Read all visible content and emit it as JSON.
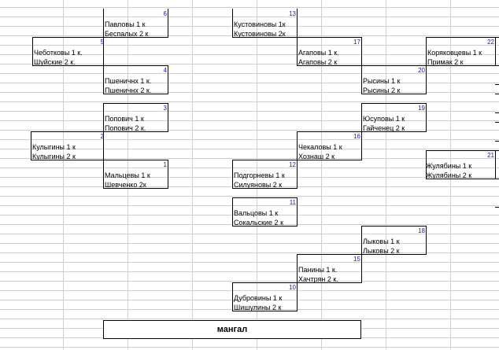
{
  "brackets": [
    {
      "num": "6",
      "line1": "Павловы 1 к",
      "line2": "Беспалых 2 к"
    },
    {
      "num": "5",
      "line1": "Чеботковы 1 к.",
      "line2": "Шуйские 2 к."
    },
    {
      "num": "4",
      "line1": "Пшеничнх 1 к.",
      "line2": "Пшеничнх 2 к."
    },
    {
      "num": "3",
      "line1": "Попович 1 к",
      "line2": "Попович 2 к."
    },
    {
      "num": "2",
      "line1": "Кулыгины 1 к",
      "line2": "Кулыгины  2 к"
    },
    {
      "num": "1",
      "line1": "Мальцевы  1 к",
      "line2": "Шевченко   2к"
    },
    {
      "num": "13",
      "line1": "Кустовиновы 1к",
      "line2": "Кустовиновы 2к"
    },
    {
      "num": "17",
      "line1": "Агаповы 1 к.",
      "line2": "Агаповы 2 к"
    },
    {
      "num": "22",
      "line1": "Коряковцевы 1 к",
      "line2": "Примак 2 к"
    },
    {
      "num": "20",
      "line1": "Рысины 1 к",
      "line2": "Рысины 2 к"
    },
    {
      "num": "19",
      "line1": "Юсуповы 1 к",
      "line2": "Гайченец 2 к"
    },
    {
      "num": "16",
      "line1": "Чекаловы 1 к",
      "line2": "Хознаш 2 к"
    },
    {
      "num": "12",
      "line1": "Подгорневы 1 к",
      "line2": "Силуяновы 2 к"
    },
    {
      "num": "21",
      "line1": "Жулябины 1 к",
      "line2": "Жулябины 2 к"
    },
    {
      "num": "11",
      "line1": "Вальцовы 1 к",
      "line2": "Сокальские 2 к"
    },
    {
      "num": "18",
      "line1": "Лыковы 1 к",
      "line2": "Лыковы 2 к"
    },
    {
      "num": "15",
      "line1": "Панины 1 к.",
      "line2": "Хачтрян 2 к."
    },
    {
      "num": "10",
      "line1": "Дубровины 1 к",
      "line2": "Шишулины 2 к"
    }
  ],
  "footer": {
    "label": "мангал"
  }
}
